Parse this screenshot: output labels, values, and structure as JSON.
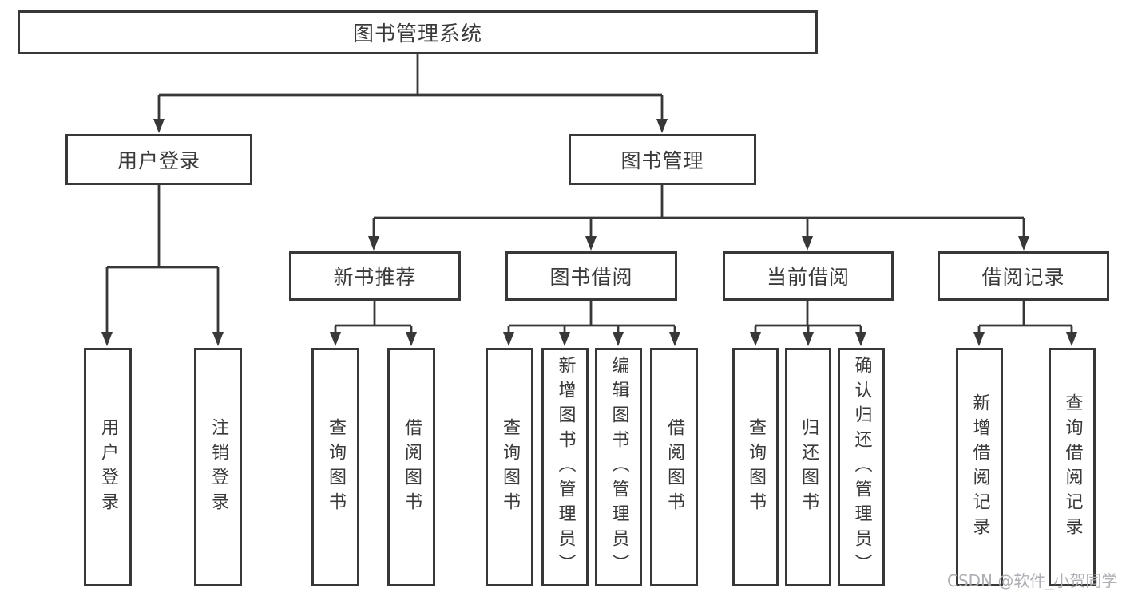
{
  "diagram": {
    "title": "图书管理系统",
    "root": {
      "label": "图书管理系统"
    },
    "branches": [
      {
        "label": "用户登录",
        "children": [
          {
            "label": "用户登录"
          },
          {
            "label": "注销登录"
          }
        ]
      },
      {
        "label": "图书管理",
        "children": [
          {
            "label": "新书推荐",
            "children": [
              {
                "label": "查询图书"
              },
              {
                "label": "借阅图书"
              }
            ]
          },
          {
            "label": "图书借阅",
            "children": [
              {
                "label": "查询图书"
              },
              {
                "label": "新增图书（管理员）"
              },
              {
                "label": "编辑图书（管理员）"
              },
              {
                "label": "借阅图书"
              }
            ]
          },
          {
            "label": "当前借阅",
            "children": [
              {
                "label": "查询图书"
              },
              {
                "label": "归还图书"
              },
              {
                "label": "确认归还（管理员）"
              }
            ]
          },
          {
            "label": "借阅记录",
            "children": [
              {
                "label": "新增借阅记录"
              },
              {
                "label": "查询借阅记录"
              }
            ]
          }
        ]
      }
    ]
  },
  "watermark": {
    "text": "CSDN @软件_小贺同学"
  },
  "colors": {
    "line": "#383838",
    "text": "#3a3a3a",
    "watermark": "#a9abb0",
    "background": "#ffffff"
  }
}
